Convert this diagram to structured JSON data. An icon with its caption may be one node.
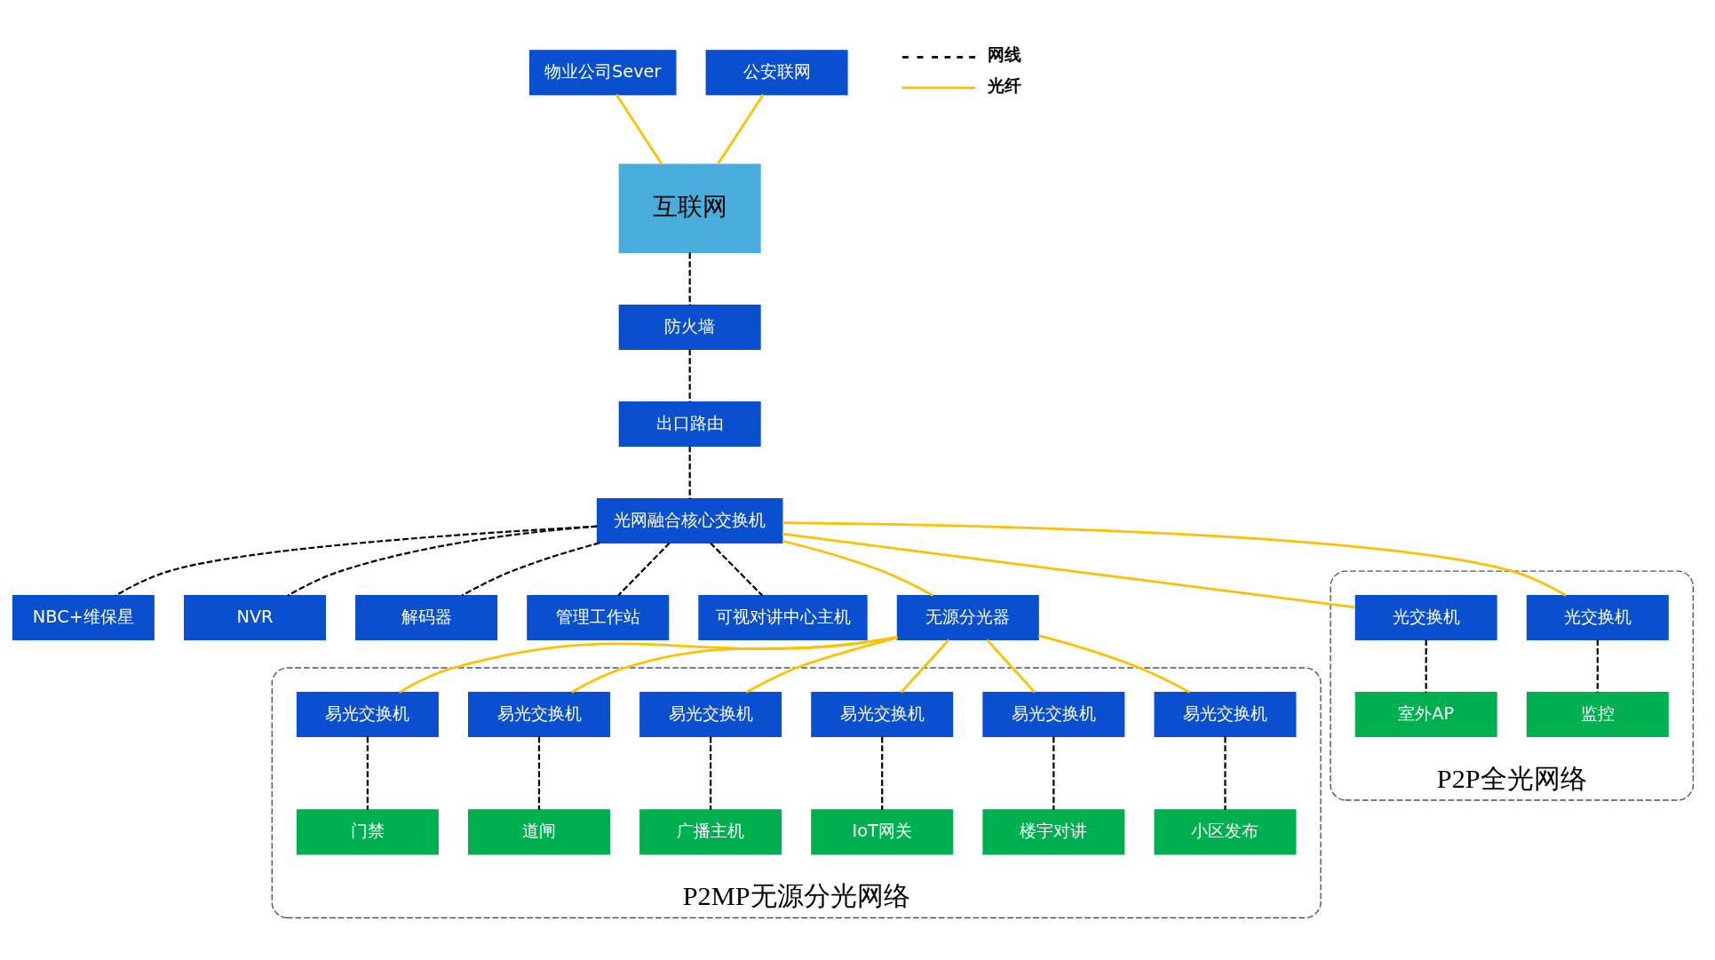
{
  "diagram": {
    "nodes": [
      {
        "text": [
          "物业公司Sever"
        ]
      },
      {
        "text": [
          "公安联网"
        ]
      },
      {
        "text": [
          "互联网"
        ]
      },
      {
        "text": [
          "防火墙"
        ]
      },
      {
        "text": [
          "出口路由"
        ]
      },
      {
        "text": [
          "光网融合核心交换机"
        ]
      },
      {
        "text": [
          "NBC+维保星"
        ]
      },
      {
        "text": [
          "NVR"
        ]
      },
      {
        "text": [
          "解码器"
        ]
      },
      {
        "text": [
          "管理工作站"
        ]
      },
      {
        "text": [
          "可视对讲中心主机"
        ]
      },
      {
        "text": [
          "无源分光器"
        ]
      },
      {
        "text": [
          "P2P全光网络"
        ]
      },
      {
        "text": [
          "光交换机"
        ],
        "in": 12
      },
      {
        "text": [
          "光交换机"
        ],
        "in": 12
      },
      {
        "text": [
          "监控"
        ],
        "in": 12
      },
      {
        "text": [
          "室外AP"
        ],
        "in": 12
      },
      {
        "text": [
          "P2MP无源分光网络"
        ]
      },
      {
        "text": [
          "易光交换机"
        ],
        "in": 17
      },
      {
        "text": [
          "易光交换机"
        ],
        "in": 17
      },
      {
        "text": [
          "易光交换机"
        ],
        "in": 17
      },
      {
        "text": [
          "易光交换机"
        ],
        "in": 17
      },
      {
        "text": [
          "易光交换机"
        ],
        "in": 17
      },
      {
        "text": [
          "易光交换机"
        ],
        "in": 17
      },
      {
        "text": [
          "小区发布"
        ],
        "in": 17
      },
      {
        "text": [
          "楼宇对讲"
        ],
        "in": 17
      },
      {
        "text": [
          "IoT网关"
        ],
        "in": 17
      },
      {
        "text": [
          "广播主机"
        ],
        "in": 17
      },
      {
        "text": [
          "道闸"
        ],
        "in": 17
      },
      {
        "text": [
          "门禁"
        ],
        "in": 17
      }
    ],
    "edges": [
      {
        "from": 0,
        "to": 2,
        "arrow": "none",
        "color": "#ffc000"
      },
      {
        "from": 1,
        "to": 2,
        "arrow": "none",
        "color": "#ffc000"
      },
      {
        "from": 2,
        "to": 3,
        "arrow": "none",
        "style": "dashed"
      },
      {
        "from": 3,
        "to": 4,
        "arrow": "none",
        "style": "dashed"
      },
      {
        "from": 4,
        "to": 5,
        "arrow": "none",
        "style": "dashed"
      },
      {
        "from": 5,
        "to": 6,
        "arrow": "none",
        "style": "dashed"
      },
      {
        "from": 5,
        "to": 7,
        "arrow": "none",
        "style": "dashed"
      },
      {
        "from": 5,
        "to": 8,
        "arrow": "none",
        "style": "dashed"
      },
      {
        "from": 5,
        "to": 9,
        "arrow": "none",
        "style": "dashed"
      },
      {
        "from": 5,
        "to": 10,
        "arrow": "none",
        "style": "dashed"
      },
      {
        "from": 5,
        "to": 13,
        "arrow": "none",
        "color": "#ffc000"
      },
      {
        "from": 5,
        "to": 14,
        "arrow": "none",
        "color": "#ffc000"
      },
      {
        "from": 5,
        "to": 11,
        "arrow": "none",
        "color": "#ffc000"
      },
      {
        "from": 11,
        "to": 18,
        "arrow": "none",
        "color": "#ffc000"
      },
      {
        "from": 11,
        "to": 19,
        "arrow": "none",
        "color": "#ffc000"
      },
      {
        "from": 11,
        "to": 20,
        "arrow": "none",
        "color": "#ffc000"
      },
      {
        "from": 11,
        "to": 21,
        "arrow": "none",
        "color": "#ffc000"
      },
      {
        "from": 11,
        "to": 22,
        "arrow": "none",
        "color": "#ffc000"
      },
      {
        "from": 11,
        "to": 23,
        "arrow": "none",
        "color": "#ffc000"
      },
      {
        "from": 13,
        "to": 15,
        "arrow": "none",
        "style": "dashed"
      },
      {
        "from": 14,
        "to": 16,
        "arrow": "none",
        "style": "dashed"
      },
      {
        "from": 18,
        "to": 24,
        "arrow": "none",
        "style": "dashed"
      },
      {
        "from": 19,
        "to": 25,
        "arrow": "none",
        "style": "dashed"
      },
      {
        "from": 20,
        "to": 26,
        "arrow": "none",
        "style": "dashed"
      },
      {
        "from": 21,
        "to": 27,
        "arrow": "none",
        "style": "dashed"
      },
      {
        "from": 22,
        "to": 28,
        "arrow": "none",
        "style": "dashed"
      },
      {
        "from": 23,
        "to": 29,
        "arrow": "none",
        "style": "dashed"
      }
    ],
    "legend": [
      {
        "text": "网线"
      },
      {
        "text": "光纤"
      }
    ]
  }
}
